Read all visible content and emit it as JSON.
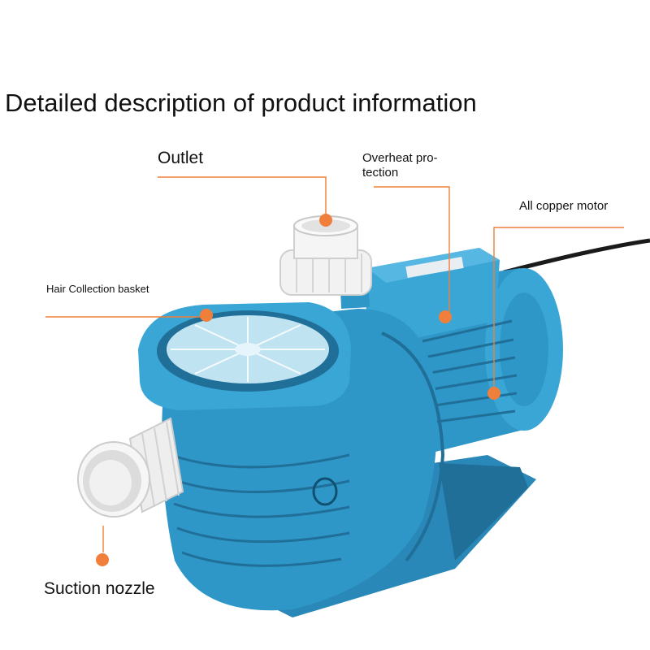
{
  "title": "Detailed description of product information",
  "labels": {
    "outlet": "Outlet",
    "overheat_protection": "Overheat pro-\ntection",
    "all_copper_motor": "All copper motor",
    "hair_collection_basket": "Hair Collection basket",
    "suction_nozzle": "Suction nozzle"
  },
  "colors": {
    "accent": "#f07f3c",
    "pump_body": "#2f97c8",
    "pump_dark": "#1f6f98",
    "fitting": "#efefef"
  }
}
